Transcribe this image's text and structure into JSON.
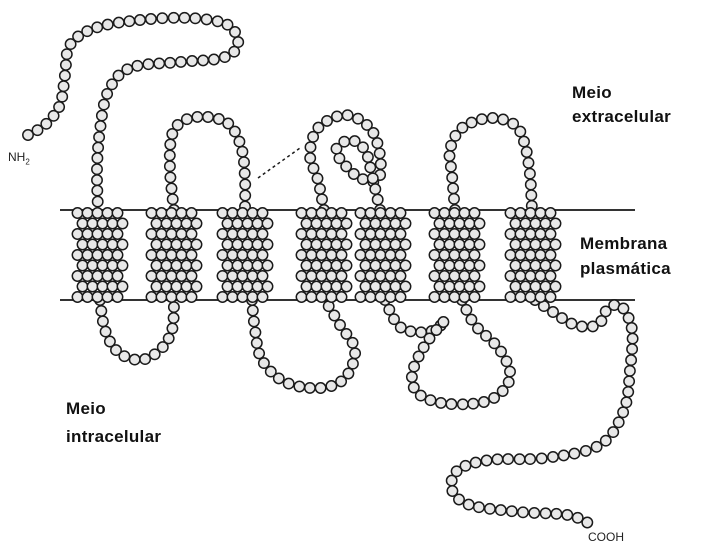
{
  "labels": {
    "extracellular_line1": "Meio",
    "extracellular_line2": "extracelular",
    "membrane_line1": "Membrana",
    "membrane_line2": "plasmática",
    "intracellular_line1": "Meio",
    "intracellular_line2": "intracelular"
  },
  "termini": {
    "n_terminus_main": "NH",
    "n_terminus_sub": "2",
    "c_terminus": "COOH"
  },
  "style": {
    "bead_fill": "#e8e8e8",
    "bead_stroke": "#1a1a1a",
    "membrane_line_color": "#333333"
  },
  "structure": {
    "transmembrane_helices": 7
  }
}
